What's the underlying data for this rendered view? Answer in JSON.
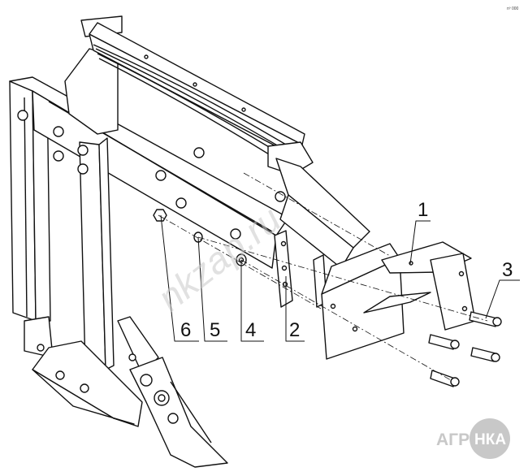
{
  "diagram": {
    "callouts": [
      "1",
      "2",
      "3",
      "4",
      "5",
      "6"
    ],
    "watermark": "nkzap.ru",
    "corner_mark": "nº 000",
    "logo": {
      "left": "АГРО",
      "right": "НКА"
    }
  }
}
